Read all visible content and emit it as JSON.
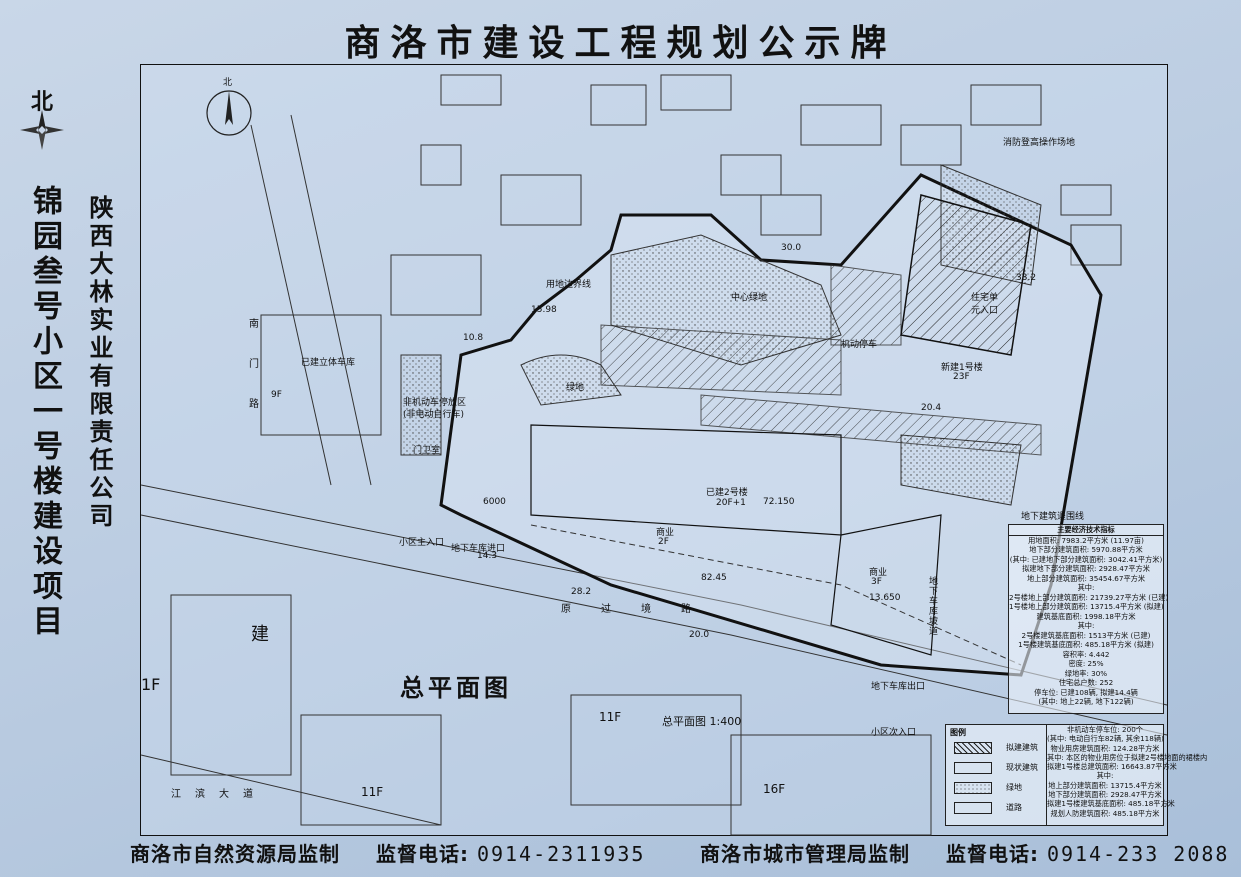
{
  "title": "商洛市建设工程规划公示牌",
  "left_panel": {
    "north_label": "北",
    "project_name": "锦园叁号小区一号楼建设项目",
    "company_name": "陕西大林实业有限责任公司"
  },
  "plan": {
    "north_label": "北",
    "title": "总平面图",
    "scale": "总平面图 1:400",
    "labels": {
      "central_green": "中心绿地",
      "building2": "已建2号楼",
      "building2_floors": "20F+1",
      "elev1": "72.150",
      "commercial_2f": "商业",
      "commercial_2f_floors": "2F",
      "commercial_3f": "商业",
      "commercial_3f_floors": "3F",
      "elev2": "13.650",
      "parking_building": "已建立体车库",
      "parking_floors": "9F",
      "nonmotor": "非机动车停放区",
      "nonmotor_sub": "(非电动自行车)",
      "guard": "门卫室",
      "main_entrance": "小区主入口",
      "secondary_entrance": "小区次入口",
      "garage_entrance": "地下车库进口",
      "garage_exit": "地下车库出口",
      "garage_ramp": "地下车库坡道",
      "underground_line": "地下建筑退围线",
      "land_line": "用地边界线",
      "building1": "新建1号楼",
      "building1_floors": "23F",
      "entrance_unit": "住宅单元入口",
      "road_yuanguo": "原过境路",
      "road_jiangbin": "江滨大道",
      "road_nanmen": "南门路",
      "green": "绿地",
      "fire_lane": "消防登高操作场地",
      "parking_area": "机动停车",
      "area_11f_a": "11F",
      "area_11f_b": "11F",
      "area_16f": "16F",
      "area_1f": "1F",
      "jian": "建"
    },
    "dims": {
      "d1": "82.45",
      "d2": "28.2",
      "d3": "20.0",
      "d4": "15.98",
      "d5": "30.0",
      "d6": "33.2",
      "d7": "20.4",
      "d8": "6000",
      "d9": "14.3",
      "d10": "10.8"
    }
  },
  "stats": {
    "header": "主要经济技术指标",
    "rows": [
      "用地面积: 7983.2平方米 (11.97亩)",
      "地下部分建筑面积: 5970.88平方米",
      "(其中: 已建地下部分建筑面积: 3042.41平方米)",
      "拟建地下部分建筑面积: 2928.47平方米",
      "地上部分建筑面积: 35454.67平方米",
      "其中:",
      "2号楼地上部分建筑面积: 21739.27平方米 (已建)",
      "1号楼地上部分建筑面积: 13715.4平方米 (拟建)",
      "建筑基底面积: 1998.18平方米",
      "其中:",
      "2号楼建筑基底面积: 1513平方米 (已建)",
      "1号楼建筑基底面积: 485.18平方米 (拟建)",
      "容积率: 4.442",
      "密度: 25%",
      "绿地率: 30%",
      "住宅总户数: 252",
      "停车位: 已建108辆, 拟建14.4辆",
      "(其中: 地上22辆, 地下122辆)"
    ]
  },
  "legend": {
    "header": "图例",
    "items": [
      {
        "label": "拟建建筑"
      },
      {
        "label": "现状建筑"
      },
      {
        "label": "绿地"
      },
      {
        "label": "道路"
      }
    ]
  },
  "stats2": {
    "rows": [
      "非机动车停车位: 200个",
      "(其中: 电动自行车82辆, 其余118辆)",
      "物业用房建筑面积: 124.28平方米",
      "其中: 本区的物业用房位于拟建2号楼地面的裙楼内",
      "拟建1号楼总建筑面积: 16643.87平方米",
      "其中:",
      "地上部分建筑面积: 13715.4平方米",
      "地下部分建筑面积: 2928.47平方米",
      "拟建1号楼建筑基底面积: 485.18平方米",
      "规划人防建筑面积: 485.18平方米"
    ]
  },
  "footer": {
    "left_org": "商洛市自然资源局监制",
    "left_phone_label": "监督电话:",
    "left_phone": "0914-2311935",
    "right_org": "商洛市城市管理局监制",
    "right_phone_label": "监督电话:",
    "right_phone": "0914-233 2088"
  }
}
